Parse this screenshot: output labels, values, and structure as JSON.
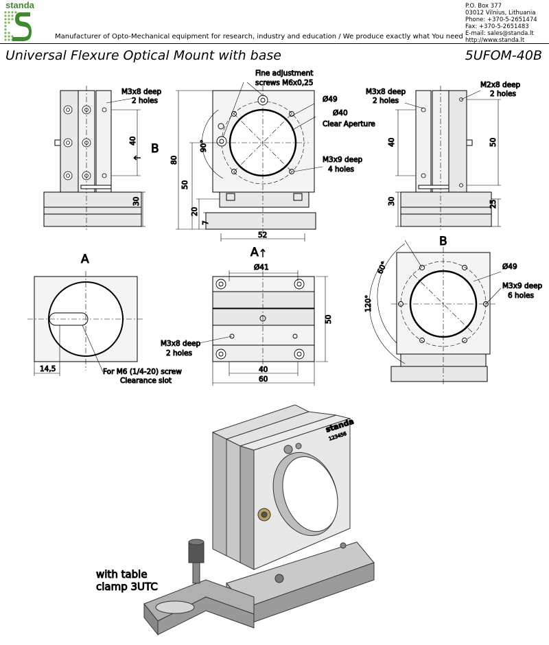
{
  "header": {
    "logo_text": "standa",
    "tagline": "Manufacturer of Opto-Mechanical equipment for research, industry and education / We produce exactly what You need",
    "contact": [
      "P.O. Box 377",
      "03012 Vilnius, Lithuania",
      "Phone: +370-5-2651474",
      "Fax: +370-5-2651483",
      "E-mail: sales@standa.lt",
      "http://www.standa.lt"
    ]
  },
  "title": "Universal Flexure Optical Mount with base",
  "model": "5UFOM-40B",
  "drawing": {
    "side_left": {
      "holes_label": "M3x8 deep",
      "holes_count": "2 holes",
      "dim_40": "40",
      "dim_30": "30",
      "view_label": "B"
    },
    "front": {
      "fine_adj_1": "Fine adjustment",
      "fine_adj_2": "screws M6x0,25",
      "dia49": "Ø49",
      "dia40": "Ø40",
      "clear_aperture": "Clear Aperture",
      "m3x9": "M3x9 deep",
      "m3x9_count": "4 holes",
      "angle90": "90°",
      "dim80": "80",
      "dim50": "50",
      "dim20": "20",
      "dim7": "7",
      "dim52": "52",
      "view_label": "A"
    },
    "side_right": {
      "m3x8": "M3x8 deep",
      "m3x8_count": "2 holes",
      "m2x8": "M2x8 deep",
      "m2x8_count": "2 holes",
      "dim40": "40",
      "dim50": "50",
      "dim30": "30",
      "dim25": "25"
    },
    "view_a": {
      "label": "A",
      "dim14": "14,5",
      "slot_1": "For M6 (1/4-20) screw",
      "slot_2": "Clearance slot"
    },
    "top": {
      "dia41": "Ø41",
      "m3x8": "M3x8 deep",
      "m3x8_count": "2 holes",
      "dim40": "40",
      "dim60": "60",
      "dim50": "50"
    },
    "view_b": {
      "label": "B",
      "angle60": "60°",
      "angle120": "120°",
      "dia49": "Ø49",
      "m3x9": "M3x9 deep",
      "m3x9_count": "6 holes"
    },
    "iso": {
      "brand": "standa",
      "serial": "123456",
      "clamp_1": "with table",
      "clamp_2": "clamp 3UTC"
    }
  }
}
